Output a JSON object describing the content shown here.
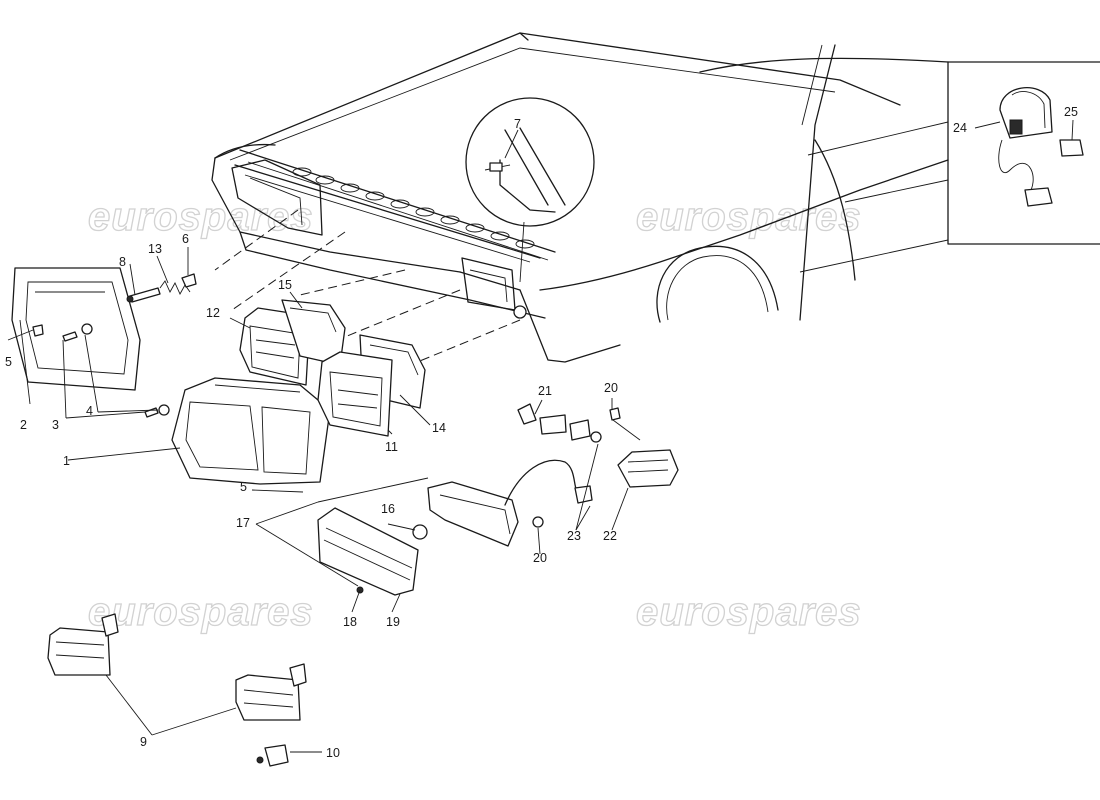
{
  "watermark": {
    "text": "eurospares"
  },
  "callouts": [
    {
      "id": "1",
      "label": "1"
    },
    {
      "id": "2",
      "label": "2"
    },
    {
      "id": "3",
      "label": "3"
    },
    {
      "id": "4",
      "label": "4"
    },
    {
      "id": "5a",
      "label": "5"
    },
    {
      "id": "5b",
      "label": "5"
    },
    {
      "id": "6",
      "label": "6"
    },
    {
      "id": "7",
      "label": "7"
    },
    {
      "id": "8",
      "label": "8"
    },
    {
      "id": "9",
      "label": "9"
    },
    {
      "id": "10",
      "label": "10"
    },
    {
      "id": "11",
      "label": "11"
    },
    {
      "id": "12",
      "label": "12"
    },
    {
      "id": "13",
      "label": "13"
    },
    {
      "id": "14",
      "label": "14"
    },
    {
      "id": "15",
      "label": "15"
    },
    {
      "id": "16",
      "label": "16"
    },
    {
      "id": "17",
      "label": "17"
    },
    {
      "id": "18",
      "label": "18"
    },
    {
      "id": "19",
      "label": "19"
    },
    {
      "id": "20a",
      "label": "20"
    },
    {
      "id": "20b",
      "label": "20"
    },
    {
      "id": "21",
      "label": "21"
    },
    {
      "id": "22",
      "label": "22"
    },
    {
      "id": "23",
      "label": "23"
    },
    {
      "id": "24",
      "label": "24"
    },
    {
      "id": "25",
      "label": "25"
    }
  ]
}
